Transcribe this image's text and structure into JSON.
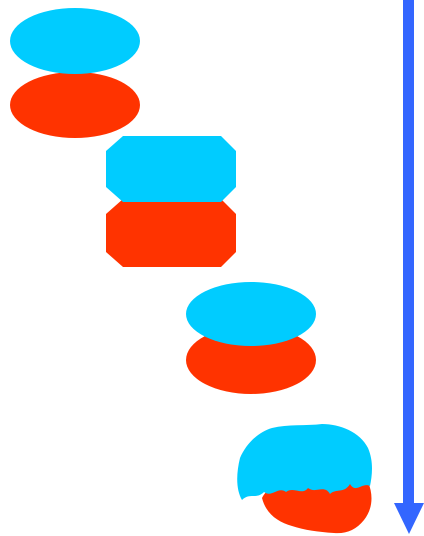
{
  "colors": {
    "top_shape": "#00CCFF",
    "bottom_shape": "#FF3300",
    "arrow": "#3366FF",
    "background": "#FFFFFF"
  },
  "diagram": {
    "stage_count": 4,
    "stages": [
      {
        "shape": "ellipse-pair"
      },
      {
        "shape": "octagon-pair"
      },
      {
        "shape": "overlapping-ellipse-pair"
      },
      {
        "shape": "merged-irregular-blob"
      }
    ],
    "arrow_direction": "down"
  }
}
